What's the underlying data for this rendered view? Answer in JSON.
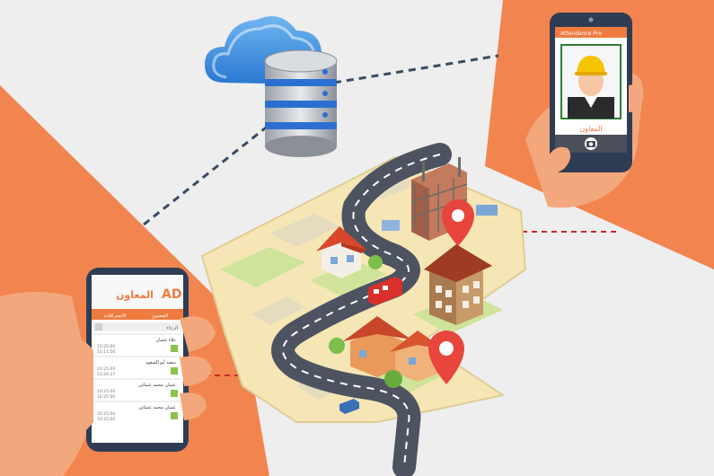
{
  "colors": {
    "background": "#eeeeee",
    "accent_orange": "#f2854f",
    "map_ground": "#f6e6b6",
    "grass": "#cfe39a",
    "road": "#4d5360",
    "cloud_blue": "#3c8ee0",
    "pin_red": "#e8453c",
    "phone_frame": "#2f3d54",
    "brand_orange": "#f07b3f",
    "hand_skin": "#f3a77c"
  },
  "left_phone": {
    "logo_text": "المعاون",
    "brand_text": "AD",
    "tabs": [
      "المعنيين",
      "الانصرافات"
    ],
    "search_label": "الرجاء",
    "list_items": [
      {
        "name": "علاء عثمان",
        "time1": "10:25:00",
        "time2": "23:11:56"
      },
      {
        "name": "سعيد أبو السعود",
        "time1": "10:25:00",
        "time2": "23:20:27"
      },
      {
        "name": "عثمان محمد عثماني",
        "time1": "10:25:00",
        "time2": "10:25:00"
      },
      {
        "name": "عثمان محمد عثماني",
        "time1": "10:25:00",
        "time2": "10:25:00"
      }
    ]
  },
  "right_phone": {
    "header_text": "Attendance Pro",
    "logo_text": "المعاون",
    "icons": [
      "worker-avatar-icon",
      "camera-icon"
    ]
  },
  "icons": [
    "cloud-icon",
    "database-icon",
    "location-pin-icon"
  ]
}
